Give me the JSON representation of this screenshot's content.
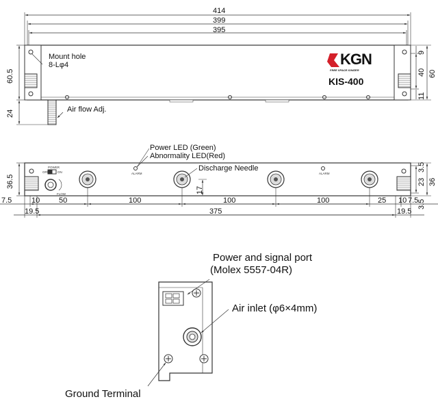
{
  "top_view": {
    "dims": {
      "overall": "414",
      "mid": "399",
      "inner": "395",
      "height": "60.5",
      "adj": "24",
      "r_top": "9",
      "r_mid": "40",
      "r_total": "60",
      "r_bot": "11"
    },
    "labels": {
      "mount_hole_1": "Mount hole",
      "mount_hole_2": "8-Lφ4",
      "air_flow": "Air flow Adj."
    },
    "brand": {
      "name": "KGN",
      "tagline": "FREE SPACE IONIZER",
      "model": "KIS-400"
    }
  },
  "front_view": {
    "labels": {
      "power_led": "Power LED (Green)",
      "abnormality_led": "Abnormality LED(Red)",
      "needle": "Discharge Needle",
      "alarm": "ALARM",
      "power": "POWER",
      "off": "OFF",
      "on": "ON",
      "flow": "FLOW"
    },
    "dims": {
      "height": "36.5",
      "needle_h": "17",
      "r_top": "3.5",
      "r_a": "23",
      "r_total": "36",
      "r_b": "3.5",
      "b_7_5": "7.5",
      "b_10_l": "10",
      "b_50": "50",
      "b_100_a": "100",
      "b_100_b": "100",
      "b_100_c": "100",
      "b_25": "25",
      "b_10_r": "10",
      "b_7_5_r": "7.5",
      "c_19_5_l": "19.5",
      "c_375": "375",
      "c_19_5_r": "19.5"
    }
  },
  "side_view": {
    "labels": {
      "port_1": "Power and signal port",
      "port_2": "(Molex 5557-04R)",
      "air_inlet": "Air inlet (φ6×4mm)",
      "ground": "Ground Terminal"
    }
  },
  "colors": {
    "brand_red": "#d4202a",
    "line": "#333333"
  }
}
